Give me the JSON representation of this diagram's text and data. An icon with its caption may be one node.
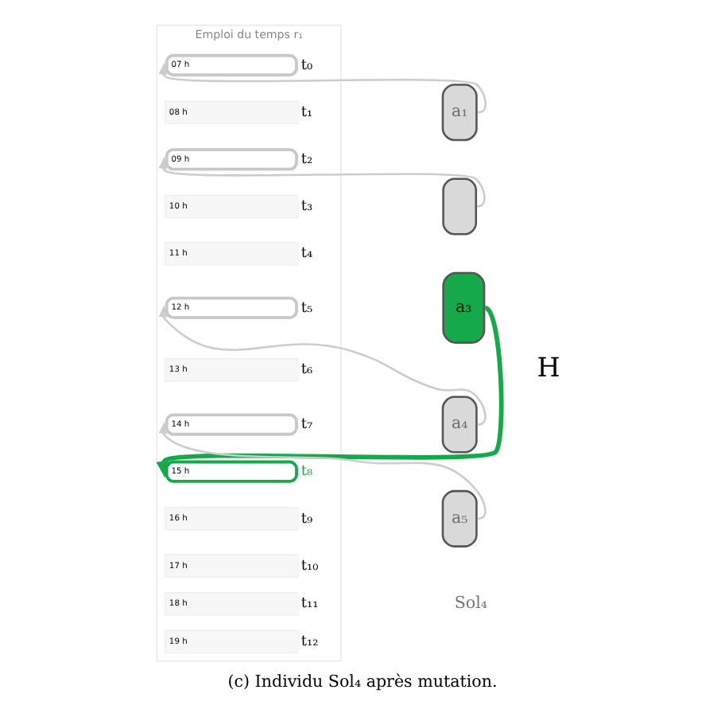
{
  "diagram": {
    "caption": "(c) Individu Sol₄ après mutation.",
    "nodes": [
      {
        "text": [
          "a₁"
        ]
      },
      {
        "text": [],
        "shape": "box"
      },
      {
        "text": [
          "a₃"
        ]
      },
      {
        "text": [
          "a₄"
        ]
      },
      {
        "text": [
          "a₅"
        ]
      },
      {
        "text": [
          "Emploi du temps r₁"
        ]
      },
      {
        "text": [
          "07 h"
        ],
        "in": 5,
        "beside": [
          "t₀"
        ]
      },
      {
        "text": [
          "08 h"
        ],
        "in": 5,
        "beside": [
          "t₁"
        ]
      },
      {
        "text": [
          "09 h"
        ],
        "in": 5,
        "beside": [
          "t₂"
        ]
      },
      {
        "text": [
          "10 h"
        ],
        "in": 5,
        "beside": [
          "t₃"
        ]
      },
      {
        "text": [
          "11 h"
        ],
        "in": 5,
        "beside": [
          "t₄"
        ]
      },
      {
        "text": [
          "12 h"
        ],
        "in": 5,
        "beside": [
          "t₅"
        ]
      },
      {
        "text": [
          "13 h"
        ],
        "in": 5,
        "beside": [
          "t₆"
        ]
      },
      {
        "text": [
          "14 h"
        ],
        "in": 5,
        "beside": [
          "t₇"
        ]
      },
      {
        "text": [
          "15 h"
        ],
        "in": 5,
        "beside": [
          "t₈"
        ]
      },
      {
        "text": [
          "16 h"
        ],
        "in": 5,
        "beside": [
          "t₉"
        ]
      },
      {
        "text": [
          "17 h"
        ],
        "in": 5,
        "beside": [
          "t₁₀"
        ]
      },
      {
        "text": [
          "18 h"
        ],
        "in": 5,
        "beside": [
          "t₁₁"
        ]
      },
      {
        "text": [
          "19 h"
        ],
        "in": 5,
        "beside": [
          "t₁₂"
        ]
      }
    ],
    "edges": [
      {
        "from": 0,
        "to": 6,
        "arrow": "to"
      },
      {
        "from": 1,
        "to": 8,
        "arrow": "to"
      },
      {
        "from": 2,
        "to": 14,
        "arrow": "to",
        "style": "thick",
        "color": "#16a94a"
      },
      {
        "from": 3,
        "to": 11,
        "arrow": "to"
      },
      {
        "from": 4,
        "to": 13,
        "arrow": "to"
      }
    ],
    "labels": [
      "Sol₄",
      "H"
    ]
  }
}
